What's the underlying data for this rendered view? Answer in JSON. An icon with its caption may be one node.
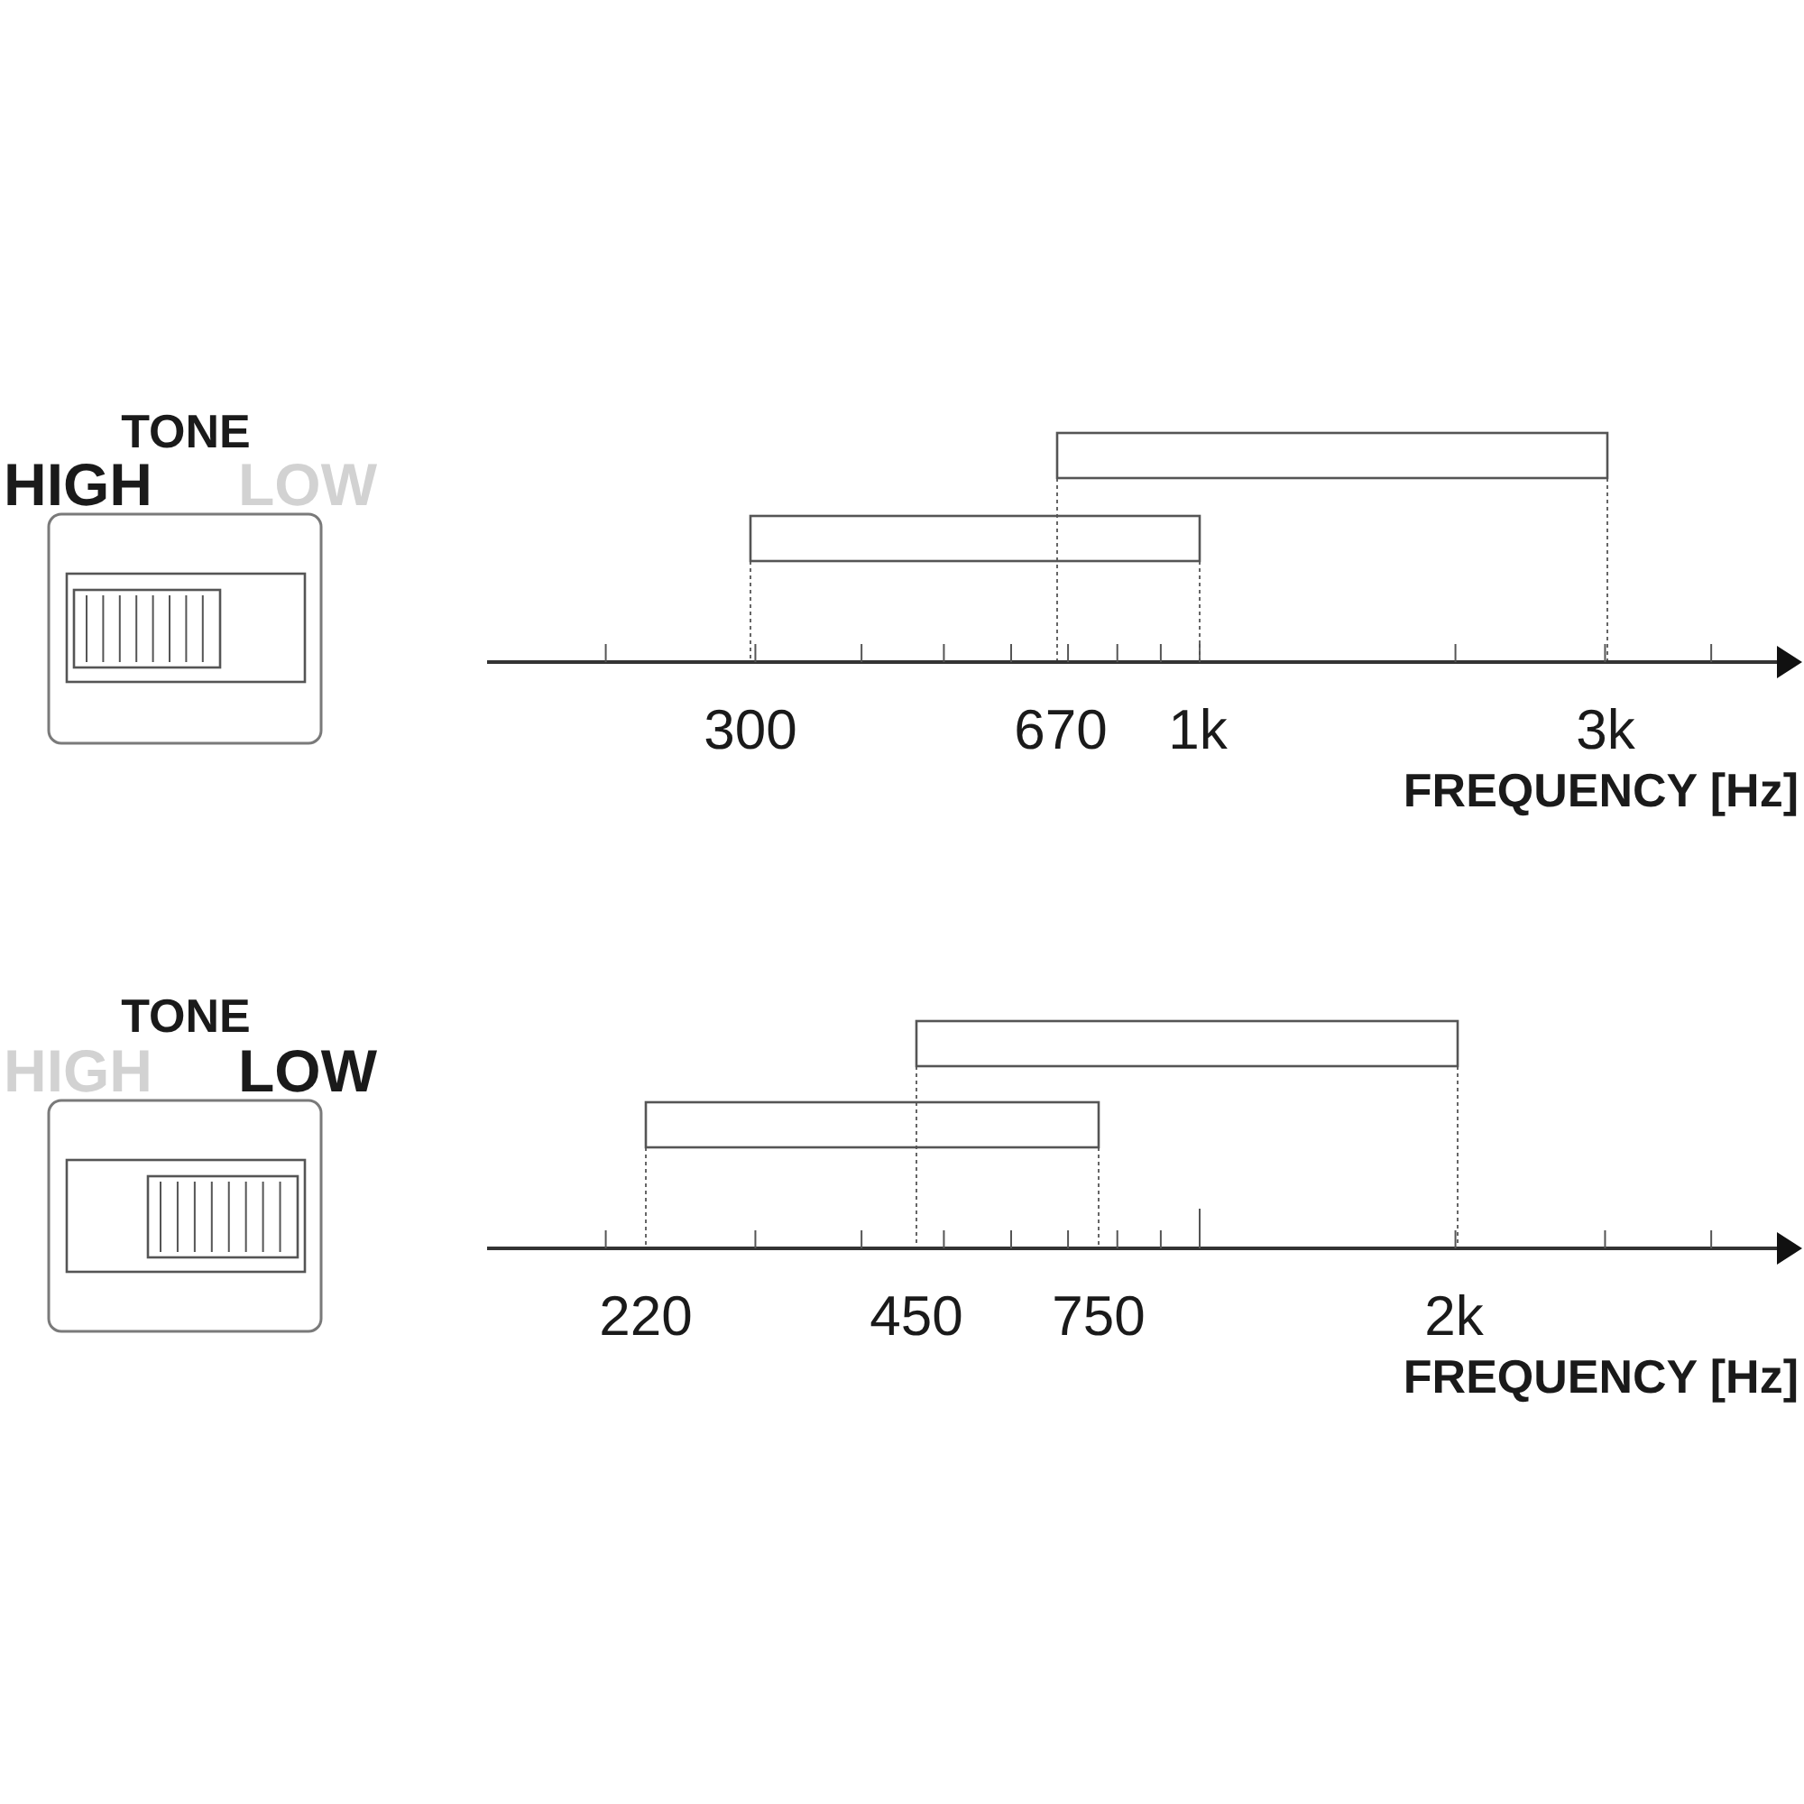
{
  "diagram": {
    "labels": [
      "TONE",
      "HIGH",
      "LOW",
      "300",
      "670",
      "1k",
      "3k",
      "FREQUENCY [Hz]",
      "TONE",
      "HIGH",
      "LOW",
      "220",
      "450",
      "750",
      "2k",
      "FREQUENCY [Hz]"
    ]
  }
}
